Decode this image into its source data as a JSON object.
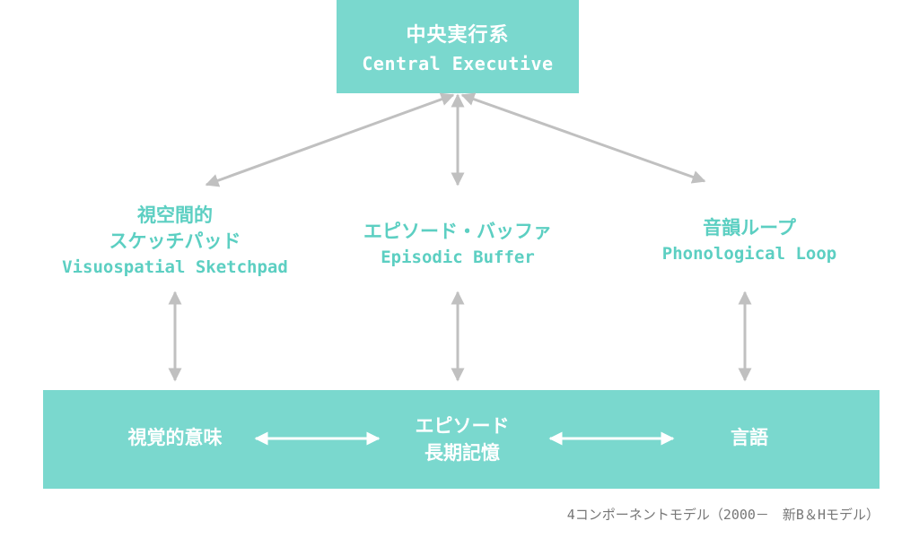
{
  "central_executive": {
    "jp": "中央実行系",
    "en": "Central Executive"
  },
  "components": {
    "visuospatial": {
      "jp1": "視空間的",
      "jp2": "スケッチパッド",
      "en": "Visuospatial Sketchpad"
    },
    "episodic_buffer": {
      "jp": "エピソード・バッファ",
      "en": "Episodic Buffer"
    },
    "phonological_loop": {
      "jp": "音韻ループ",
      "en": "Phonological Loop"
    }
  },
  "long_term_memory": {
    "visual_semantics": "視覚的意味",
    "episodic_ltm_1": "エピソード",
    "episodic_ltm_2": "長期記憶",
    "language": "言語"
  },
  "caption": "4コンポーネントモデル（2000－　新B＆Hモデル）",
  "colors": {
    "box_fill": "#7ad8ce",
    "component_text": "#5ccfc2",
    "arrow": "#c0c0c0",
    "caption_text": "#777777"
  }
}
